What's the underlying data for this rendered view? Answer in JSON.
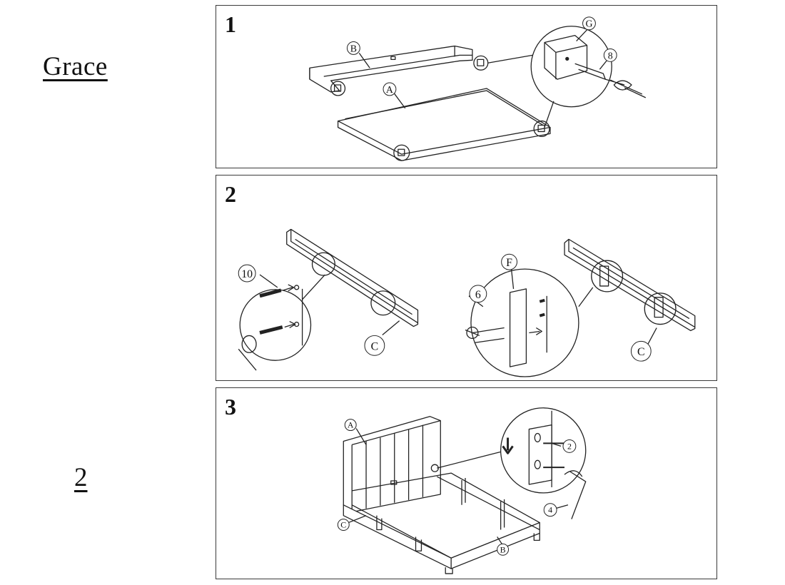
{
  "document": {
    "title": "Grace",
    "page_number": "2"
  },
  "steps": [
    {
      "number": "1",
      "labels": {
        "frame": "B",
        "board": "A",
        "block": "G",
        "screw": "8"
      }
    },
    {
      "number": "2",
      "labels": {
        "dowel": "10",
        "rail_left": "C",
        "slat": "F",
        "screw": "6",
        "rail_right": "C"
      }
    },
    {
      "number": "3",
      "labels": {
        "headboard": "A",
        "side_rail": "C",
        "frame": "B",
        "bolt": "2",
        "allen_key": "4"
      }
    }
  ]
}
